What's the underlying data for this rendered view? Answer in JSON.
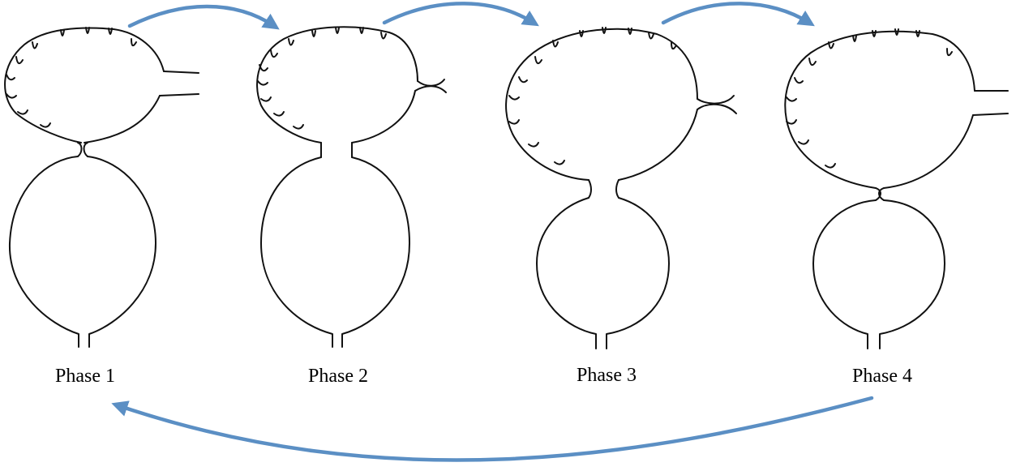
{
  "diagram": {
    "phases": [
      {
        "label": "Phase 1"
      },
      {
        "label": "Phase 2"
      },
      {
        "label": "Phase 3"
      },
      {
        "label": "Phase 4"
      }
    ],
    "arrow_color": "#5b8fc4",
    "line_color": "#111111"
  }
}
